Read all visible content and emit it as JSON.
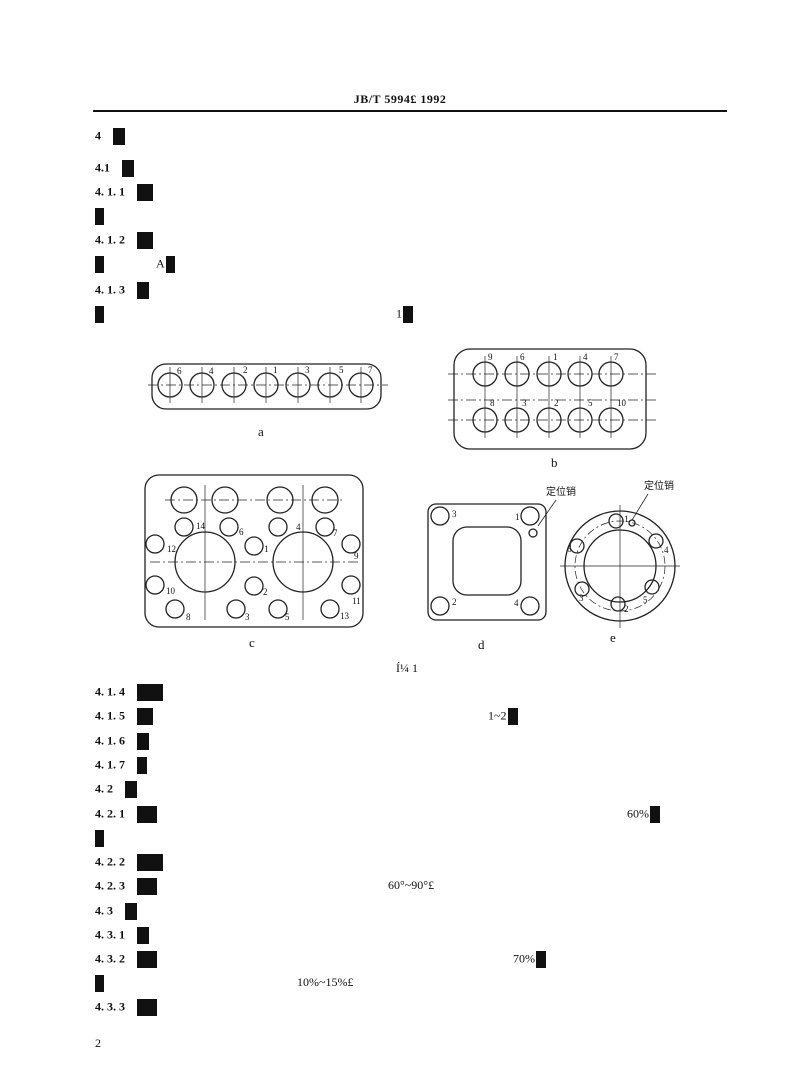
{
  "header": {
    "title": "JB/T  5994£ 1992"
  },
  "sections": [
    {
      "id": "s4",
      "num": "4"
    },
    {
      "id": "s41",
      "num": "4.1"
    },
    {
      "id": "s411",
      "num": "4. 1. 1"
    },
    {
      "id": "s412",
      "num": "4. 1. 2"
    },
    {
      "id": "s413",
      "num": "4. 1. 3"
    },
    {
      "id": "s414",
      "num": "4. 1. 4"
    },
    {
      "id": "s415",
      "num": "4. 1. 5"
    },
    {
      "id": "s416",
      "num": "4. 1. 6"
    },
    {
      "id": "s417",
      "num": "4. 1. 7"
    },
    {
      "id": "s42",
      "num": "4. 2"
    },
    {
      "id": "s421",
      "num": "4.  2.  1"
    },
    {
      "id": "s422",
      "num": "4. 2. 2"
    },
    {
      "id": "s423",
      "num": "4. 2. 3"
    },
    {
      "id": "s43",
      "num": "4. 3"
    },
    {
      "id": "s431",
      "num": "4. 3. 1"
    },
    {
      "id": "s432",
      "num": "4.  3.  2"
    },
    {
      "id": "s433",
      "num": "4. 3. 3"
    }
  ],
  "fragments": {
    "f1": "A",
    "f2": "1",
    "f3": "1~2",
    "f4": "60%",
    "f5": "60°~90°£",
    "f6": "70%",
    "f7": "10%~15%£"
  },
  "figure": {
    "caption": "Í¼  1",
    "sub_labels": [
      "a",
      "b",
      "c",
      "d",
      "e"
    ],
    "a_numbers": [
      "6",
      "4",
      "2",
      "1",
      "3",
      "5",
      "7"
    ],
    "b_top_numbers": [
      "9",
      "6",
      "1",
      "4",
      "7"
    ],
    "b_bottom_numbers": [
      "8",
      "3",
      "2",
      "5",
      "10"
    ],
    "c_numbers": [
      "14",
      "6",
      "1",
      "4",
      "7",
      "12",
      "9",
      "10",
      "2",
      "11",
      "8",
      "3",
      "5",
      "13"
    ],
    "d_numbers": [
      "3",
      "1",
      "2",
      "4"
    ],
    "e_numbers": [
      "1",
      "4",
      "6",
      "3",
      "2",
      "5"
    ],
    "pin_label": "定位销"
  },
  "page_number": "2"
}
